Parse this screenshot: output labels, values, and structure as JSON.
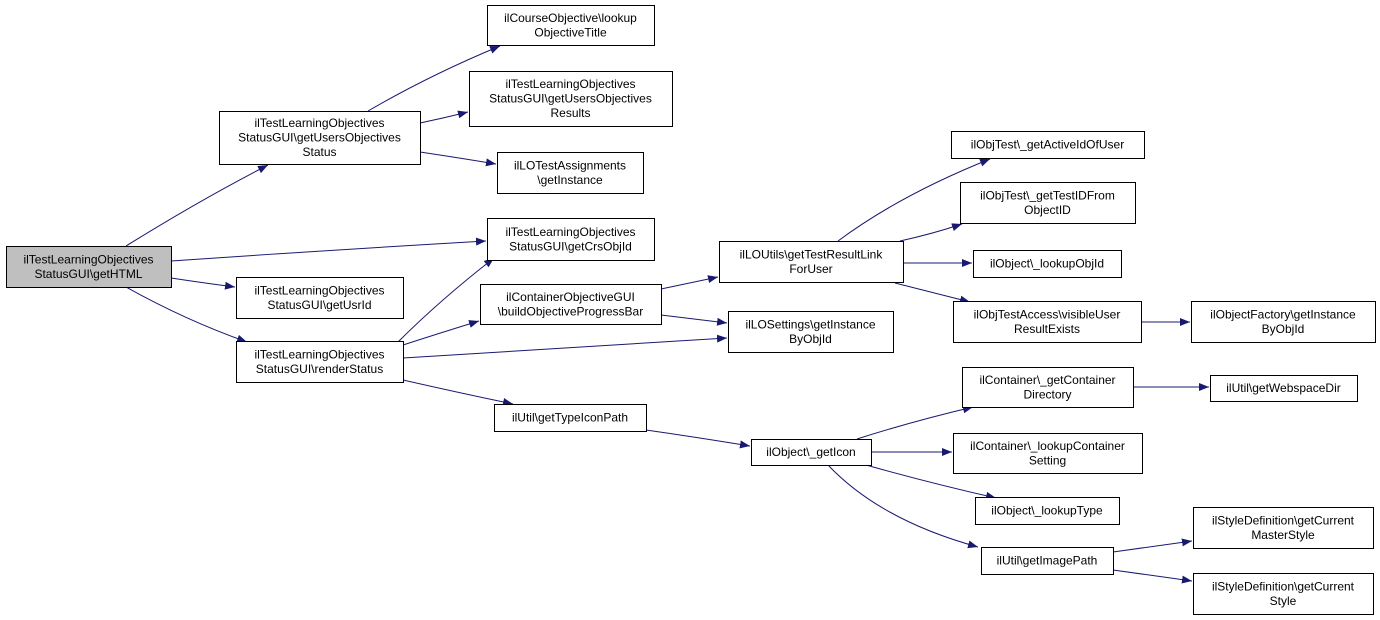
{
  "diagram": {
    "nodes": [
      {
        "id": "getHTML",
        "lines": [
          "ilTestLearningObjectives",
          "StatusGUI\\getHTML"
        ],
        "highlighted": true
      },
      {
        "id": "getUsersObjectivesStatus",
        "lines": [
          "ilTestLearningObjectives",
          "StatusGUI\\getUsersObjectives",
          "Status"
        ]
      },
      {
        "id": "lookupObjectiveTitle",
        "lines": [
          "ilCourseObjective\\lookup",
          "ObjectiveTitle"
        ]
      },
      {
        "id": "getUsersObjectivesResults",
        "lines": [
          "ilTestLearningObjectives",
          "StatusGUI\\getUsersObjectives",
          "Results"
        ]
      },
      {
        "id": "loTestAssignmentsGetInstance",
        "lines": [
          "ilLOTestAssignments",
          "\\getInstance"
        ]
      },
      {
        "id": "getCrsObjId",
        "lines": [
          "ilTestLearningObjectives",
          "StatusGUI\\getCrsObjId"
        ]
      },
      {
        "id": "getUsrId",
        "lines": [
          "ilTestLearningObjectives",
          "StatusGUI\\getUsrId"
        ]
      },
      {
        "id": "renderStatus",
        "lines": [
          "ilTestLearningObjectives",
          "StatusGUI\\renderStatus"
        ]
      },
      {
        "id": "buildObjectiveProgressBar",
        "lines": [
          "ilContainerObjectiveGUI",
          "\\buildObjectiveProgressBar"
        ]
      },
      {
        "id": "getTypeIconPath",
        "lines": [
          "ilUtil\\getTypeIconPath"
        ]
      },
      {
        "id": "getTestResultLinkForUser",
        "lines": [
          "ilLOUtils\\getTestResultLink",
          "ForUser"
        ]
      },
      {
        "id": "loSettingsGetInstanceByObjId",
        "lines": [
          "ilLOSettings\\getInstance",
          "ByObjId"
        ]
      },
      {
        "id": "getActiveIdOfUser",
        "lines": [
          "ilObjTest\\_getActiveIdOfUser"
        ]
      },
      {
        "id": "getTestIDFromObjectID",
        "lines": [
          "ilObjTest\\_getTestIDFrom",
          "ObjectID"
        ]
      },
      {
        "id": "lookupObjId",
        "lines": [
          "ilObject\\_lookupObjId"
        ]
      },
      {
        "id": "visibleUserResultExists",
        "lines": [
          "ilObjTestAccess\\visibleUser",
          "ResultExists"
        ]
      },
      {
        "id": "objectFactoryGetInstanceByObjId",
        "lines": [
          "ilObjectFactory\\getInstance",
          "ByObjId"
        ]
      },
      {
        "id": "getIcon",
        "lines": [
          "ilObject\\_getIcon"
        ]
      },
      {
        "id": "getContainerDirectory",
        "lines": [
          "ilContainer\\_getContainer",
          "Directory"
        ]
      },
      {
        "id": "getWebspaceDir",
        "lines": [
          "ilUtil\\getWebspaceDir"
        ]
      },
      {
        "id": "lookupContainerSetting",
        "lines": [
          "ilContainer\\_lookupContainer",
          "Setting"
        ]
      },
      {
        "id": "lookupType",
        "lines": [
          "ilObject\\_lookupType"
        ]
      },
      {
        "id": "getImagePath",
        "lines": [
          "ilUtil\\getImagePath"
        ]
      },
      {
        "id": "getCurrentMasterStyle",
        "lines": [
          "ilStyleDefinition\\getCurrent",
          "MasterStyle"
        ]
      },
      {
        "id": "getCurrentStyle",
        "lines": [
          "ilStyleDefinition\\getCurrent",
          "Style"
        ]
      }
    ],
    "edges": [
      [
        "getHTML",
        "getUsersObjectivesStatus"
      ],
      [
        "getHTML",
        "getCrsObjId"
      ],
      [
        "getHTML",
        "getUsrId"
      ],
      [
        "getHTML",
        "renderStatus"
      ],
      [
        "getUsersObjectivesStatus",
        "lookupObjectiveTitle"
      ],
      [
        "getUsersObjectivesStatus",
        "getUsersObjectivesResults"
      ],
      [
        "getUsersObjectivesStatus",
        "loTestAssignmentsGetInstance"
      ],
      [
        "renderStatus",
        "getCrsObjId"
      ],
      [
        "renderStatus",
        "buildObjectiveProgressBar"
      ],
      [
        "renderStatus",
        "loSettingsGetInstanceByObjId"
      ],
      [
        "renderStatus",
        "getTypeIconPath"
      ],
      [
        "buildObjectiveProgressBar",
        "getTestResultLinkForUser"
      ],
      [
        "buildObjectiveProgressBar",
        "loSettingsGetInstanceByObjId"
      ],
      [
        "getTestResultLinkForUser",
        "getActiveIdOfUser"
      ],
      [
        "getTestResultLinkForUser",
        "getTestIDFromObjectID"
      ],
      [
        "getTestResultLinkForUser",
        "lookupObjId"
      ],
      [
        "getTestResultLinkForUser",
        "visibleUserResultExists"
      ],
      [
        "visibleUserResultExists",
        "objectFactoryGetInstanceByObjId"
      ],
      [
        "getTypeIconPath",
        "getIcon"
      ],
      [
        "getIcon",
        "getContainerDirectory"
      ],
      [
        "getIcon",
        "lookupContainerSetting"
      ],
      [
        "getIcon",
        "lookupType"
      ],
      [
        "getIcon",
        "getImagePath"
      ],
      [
        "getContainerDirectory",
        "getWebspaceDir"
      ],
      [
        "getImagePath",
        "getCurrentMasterStyle"
      ],
      [
        "getImagePath",
        "getCurrentStyle"
      ]
    ],
    "colors": {
      "node_border": "#000000",
      "node_fill": "#ffffff",
      "highlight_fill": "#bfbfbf",
      "edge": "#191970"
    }
  }
}
